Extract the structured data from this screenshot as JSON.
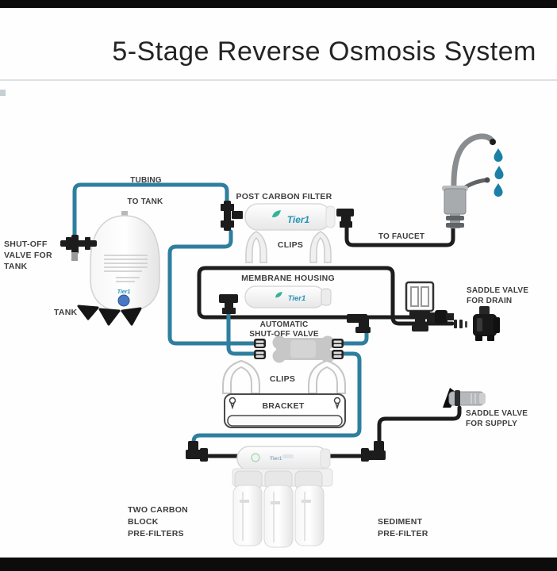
{
  "labels": {
    "title": "5-Stage Reverse Osmosis System",
    "tubing": "TUBING",
    "to_tank": "TO TANK",
    "post_carbon_filter": "POST CARBON FILTER",
    "to_faucet": "TO FAUCET",
    "shut_off_valve_tank": [
      "SHUT-OFF",
      "VALVE FOR",
      "TANK"
    ],
    "tank": "TANK",
    "clips_upper": "CLIPS",
    "membrane_housing": "MEMBRANE HOUSING",
    "automatic_shut_off_valve": [
      "AUTOMATIC",
      "SHUT-OFF VALVE"
    ],
    "saddle_valve_drain": [
      "SADDLE VALVE",
      "FOR DRAIN"
    ],
    "clips_lower": "CLIPS",
    "bracket": "BRACKET",
    "saddle_valve_supply": [
      "SADDLE VALVE",
      "FOR SUPPLY"
    ],
    "two_carbon_block": [
      "TWO CARBON",
      "BLOCK",
      "PRE-FILTERS"
    ],
    "sediment_pre_filter": [
      "SEDIMENT",
      "PRE-FILTER"
    ]
  },
  "brand": "Tier1",
  "colors": {
    "tubing_teal": "#2e7f9f",
    "tubing_black": "#1d1d1d",
    "water_drop": "#1b7fa8",
    "brand_teal": "#2593b8",
    "brand_leaf": "#35b39a",
    "label_text": "#3e3e3e"
  }
}
